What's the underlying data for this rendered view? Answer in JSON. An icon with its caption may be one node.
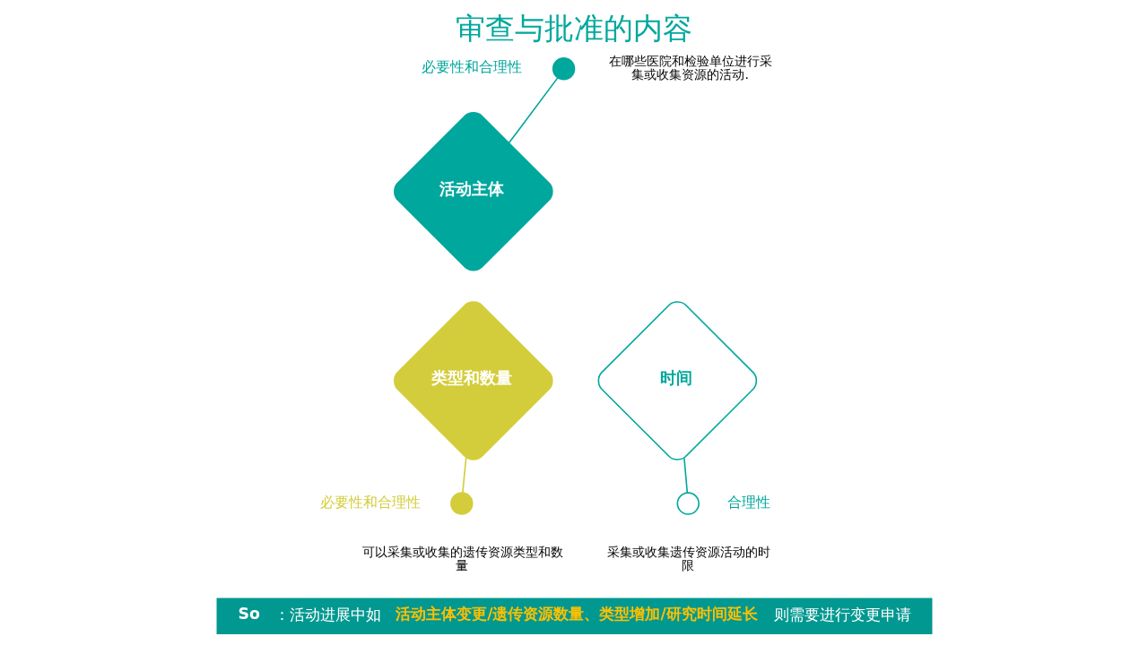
{
  "diagram": {
    "title": "审查与批准的内容",
    "nodes": [
      {
        "text": [
          "活动主体"
        ]
      },
      {
        "text": [],
        "shape": "circle",
        "beside": [
          "必要性和合理性",
          "在哪些医院和检验单位进行采集或收集资源的活动."
        ]
      },
      {
        "text": [
          "类型和数量"
        ]
      },
      {
        "text": [
          "时间"
        ]
      },
      {
        "text": [],
        "shape": "circle",
        "beside": [
          "必要性和合理性",
          "可以采集或收集的遗传资源类型和数量"
        ]
      },
      {
        "text": [],
        "shape": "circle",
        "beside": [
          "合理性",
          "采集或收集遗传资源活动的时限"
        ]
      },
      {
        "text": [
          "**So**：活动进展中如**活动主体变更/遗传资源数量、类型增加/研究时间延长**则需要进行变更申请"
        ]
      }
    ],
    "edges": [
      {
        "from": 1,
        "to": 0,
        "arrow": "none"
      },
      {
        "from": 2,
        "to": 4,
        "arrow": "none",
        "color": "#d3cd3b"
      },
      {
        "from": 3,
        "to": 5,
        "arrow": "none"
      }
    ]
  }
}
